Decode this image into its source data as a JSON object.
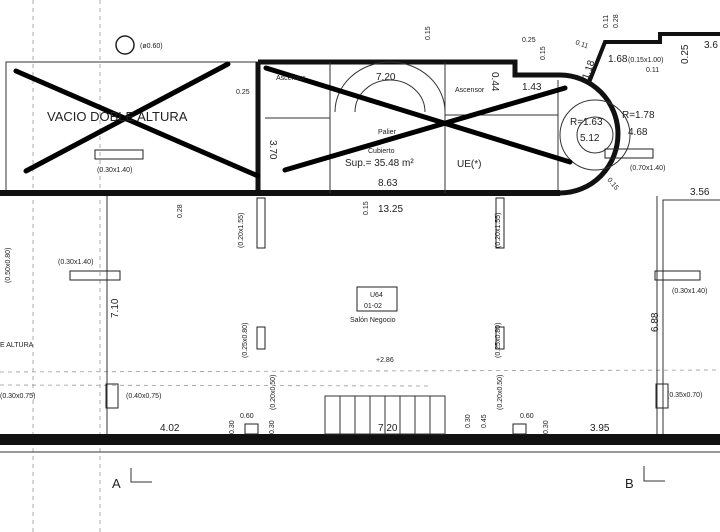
{
  "plan": {
    "column_label": "(ø0.60)",
    "void_label": "VACIO DOBLE ALTURA",
    "void_vent": "(0.30x1.40)",
    "dim_025_a": "0.25",
    "dim_370": "3.70",
    "elevator_a": "Ascensor",
    "elevator_b": "Ascensor",
    "stair_width": "7.20",
    "landing": "Palier",
    "covered": "Cubierto",
    "area": "Sup.= 35.48 m²",
    "dim_863": "8.63",
    "dim_044": "0.44",
    "dim_143": "1.43",
    "ue": "UE(*)",
    "r_inner": "R=1.63",
    "arc_inner": "5.12",
    "r_outer": "R=1.78",
    "arc_outer": "4.68",
    "vent_right": "(0.70x1.40)",
    "dim_015_a": "0.15",
    "dim_015_b": "0.15",
    "dim_015_c": "0.15",
    "dim_015_d": "0.15",
    "dim_1325": "13.25",
    "dim_118": "1.18",
    "dim_168": "1.68",
    "vent_top": "(0.15x1.00)",
    "dim_025_b": "0.25",
    "dim_025_c": "0.25",
    "dim_011_a": "0.11",
    "dim_011_b": "0.11",
    "dim_011_c": "0.11",
    "dim_028": "0.28",
    "dim_36": "3.6",
    "dim_356": "3.56",
    "dim_028_b": "0.28",
    "vent_col_a": "(0.20x1.55)",
    "vent_col_b": "(0.20x1.55)",
    "vent_left": "(0.30x1.40)",
    "vent_right2": "(0.30x1.40)",
    "vent_far_left": "(0.50x0.80)",
    "dim_710": "7.10",
    "dim_688": "6.88",
    "unit_code": "U64",
    "unit_num": "01-02",
    "unit_name": "Salón Negocio",
    "vent_mid_a": "(0.25x0.80)",
    "vent_mid_b": "(0.25x0.80)",
    "level": "+2.86",
    "vent_low_left": "(0.40x0.75)",
    "vent_low_right": "(0.35x0.70)",
    "vent_edge": "(0.30x0.75)",
    "edge_text": "E ALTURA",
    "dim_402": "4.02",
    "dim_060_a": "0.60",
    "dim_060_b": "0.60",
    "dim_030_a": "0.30",
    "dim_030_b": "0.30",
    "dim_030_c": "0.30",
    "dim_030_d": "0.30",
    "dim_045": "0.45",
    "vent_small_a": "(0.20x0.50)",
    "vent_small_b": "(0.20x0.50)",
    "door_width": "7.20",
    "dim_395": "3.95",
    "section_a": "A",
    "section_b": "B"
  }
}
